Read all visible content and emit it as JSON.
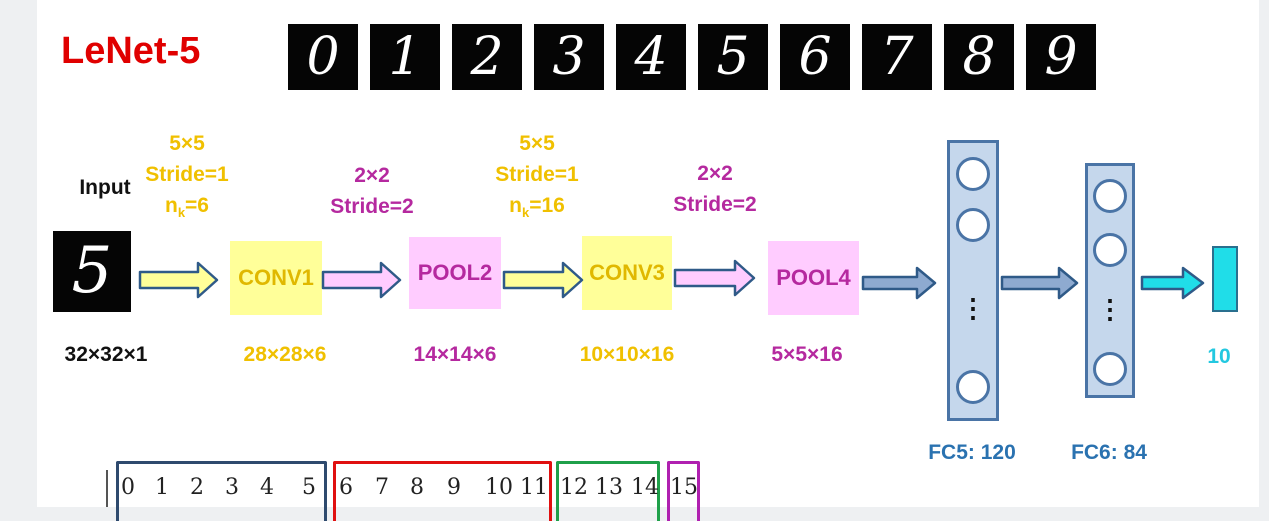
{
  "title": "LeNet-5",
  "digits": [
    "0",
    "1",
    "2",
    "3",
    "4",
    "5",
    "6",
    "7",
    "8",
    "9"
  ],
  "input": {
    "label": "Input",
    "digit": "5",
    "size": "32×32×1"
  },
  "conv1": {
    "label": "CONV1",
    "kernel": "5×5",
    "stride": "Stride=1",
    "nk_prefix": "n",
    "nk_sub": "k",
    "nk_value": "=6",
    "output": "28×28×6"
  },
  "pool2": {
    "label": "POOL2",
    "kernel": "2×2",
    "stride": "Stride=2",
    "output": "14×14×6"
  },
  "conv3": {
    "label": "CONV3",
    "kernel": "5×5",
    "stride": "Stride=1",
    "nk_prefix": "n",
    "nk_sub": "k",
    "nk_value": "=16",
    "output": "10×10×16"
  },
  "pool4": {
    "label": "POOL4",
    "kernel": "2×2",
    "stride": "Stride=2",
    "output": "5×5×16"
  },
  "fc5": {
    "label": "FC5: 120",
    "dots": "⋮"
  },
  "fc6": {
    "label": "FC6: 84",
    "dots": "⋮"
  },
  "output": {
    "label": "10"
  },
  "index_row": [
    "0",
    "1",
    "2",
    "3",
    "4",
    "5",
    "6",
    "7",
    "8",
    "9",
    "10",
    "11",
    "12",
    "13",
    "14",
    "15"
  ],
  "colors": {
    "title": "#e00000",
    "conv": "#ffff99",
    "pool": "#ffccff",
    "fc": "#c5d7ec",
    "output": "#20dde8",
    "bracket_blue": "#2e4a6e",
    "bracket_red": "#e01010",
    "bracket_green": "#1fa04a",
    "bracket_magenta": "#b020b0"
  }
}
